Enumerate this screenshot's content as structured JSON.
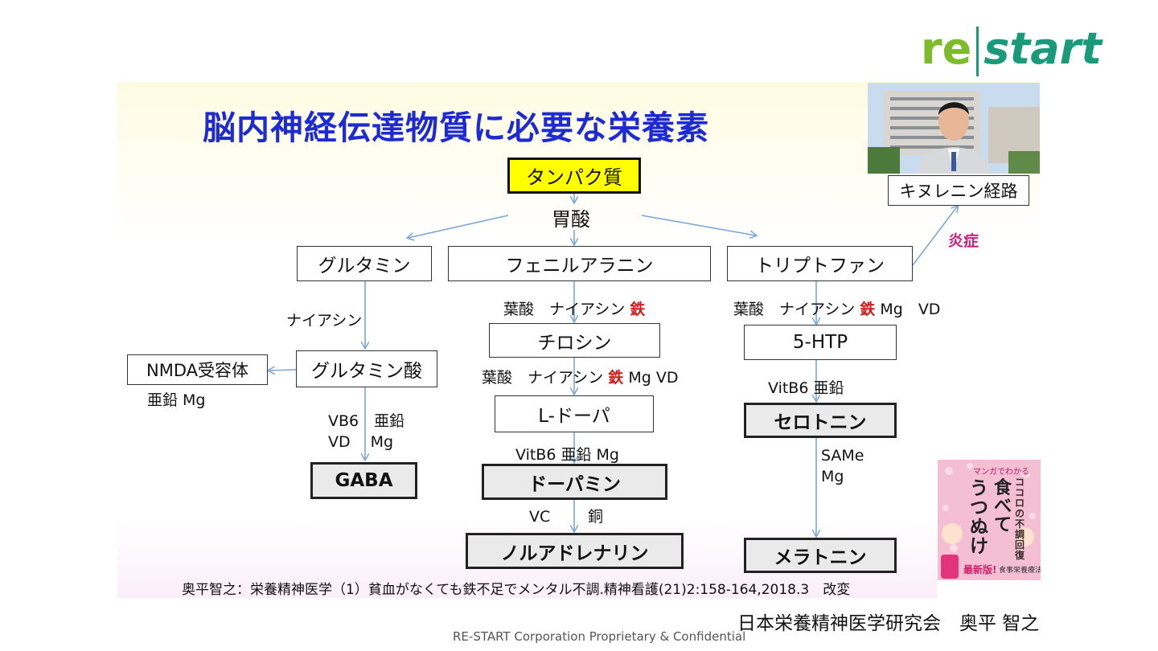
{
  "logo": {
    "re": "re",
    "start": "start"
  },
  "title": "脳内神経伝達物質に必要な栄養素",
  "boxes": {
    "protein": "タンパク質",
    "glutamine": "グルタミン",
    "phenylalanine": "フェニルアラニン",
    "tryptophan": "トリプトファン",
    "kynurenine": "キヌレニン経路",
    "nmda": "NMDA受容体",
    "glutamic_acid": "グルタミン酸",
    "tyrosine": "チロシン",
    "htp": "5-HTP",
    "ldopa": "L-ドーパ",
    "gaba": "GABA",
    "dopamine": "ドーパミン",
    "serotonin": "セロトニン",
    "noradrenaline": "ノルアドレナリン",
    "melatonin": "メラトニン"
  },
  "labels": {
    "stomach_acid": "胃酸",
    "inflammation": "炎症",
    "niacin": "ナイアシン",
    "phe_to_tyr_a": "葉酸　ナイアシン",
    "phe_to_tyr_iron": "鉄",
    "trp_to_htp_a": "葉酸　ナイアシン",
    "trp_to_htp_iron": "鉄",
    "trp_to_htp_b": "Mg　VD",
    "tyr_to_ldopa_a": "葉酸　ナイアシン",
    "tyr_to_ldopa_iron": "鉄",
    "tyr_to_ldopa_b": "Mg VD",
    "nmda_sub": "亜鉛 Mg",
    "glu_to_gaba_1": "VB6　亜鉛",
    "glu_to_gaba_2": "VD　 Mg",
    "htp_to_ser": "VitB6 亜鉛",
    "ldopa_to_dop": "VitB6 亜鉛 Mg",
    "ser_to_mel_1": "SAMe",
    "ser_to_mel_2": "Mg",
    "dop_to_nor_vc": "VC",
    "dop_to_nor_cu": "銅"
  },
  "citation": "奥平智之：栄養精神医学（1）貧血がなくても鉄不足でメンタル不調.精神看護(21)2:158-164,2018.3　改変",
  "author": "日本栄養精神医学研究会　奥平 智之",
  "footer": "RE-START Corporation Proprietary & Confidential",
  "book": {
    "top": "マンガでわかる",
    "line1": "ココロの不調回復",
    "line2": "食べて",
    "line3": "うつぬけ",
    "badge": "最新版!",
    "sub": "食事栄養療法"
  },
  "colors": {
    "title": "#1d2bd0",
    "iron": "#d41f1f",
    "inflammation": "#d0207c",
    "arrow": "#7aa6d6",
    "logo_green": "#7dbb2a",
    "logo_teal": "#1a9a7a"
  }
}
